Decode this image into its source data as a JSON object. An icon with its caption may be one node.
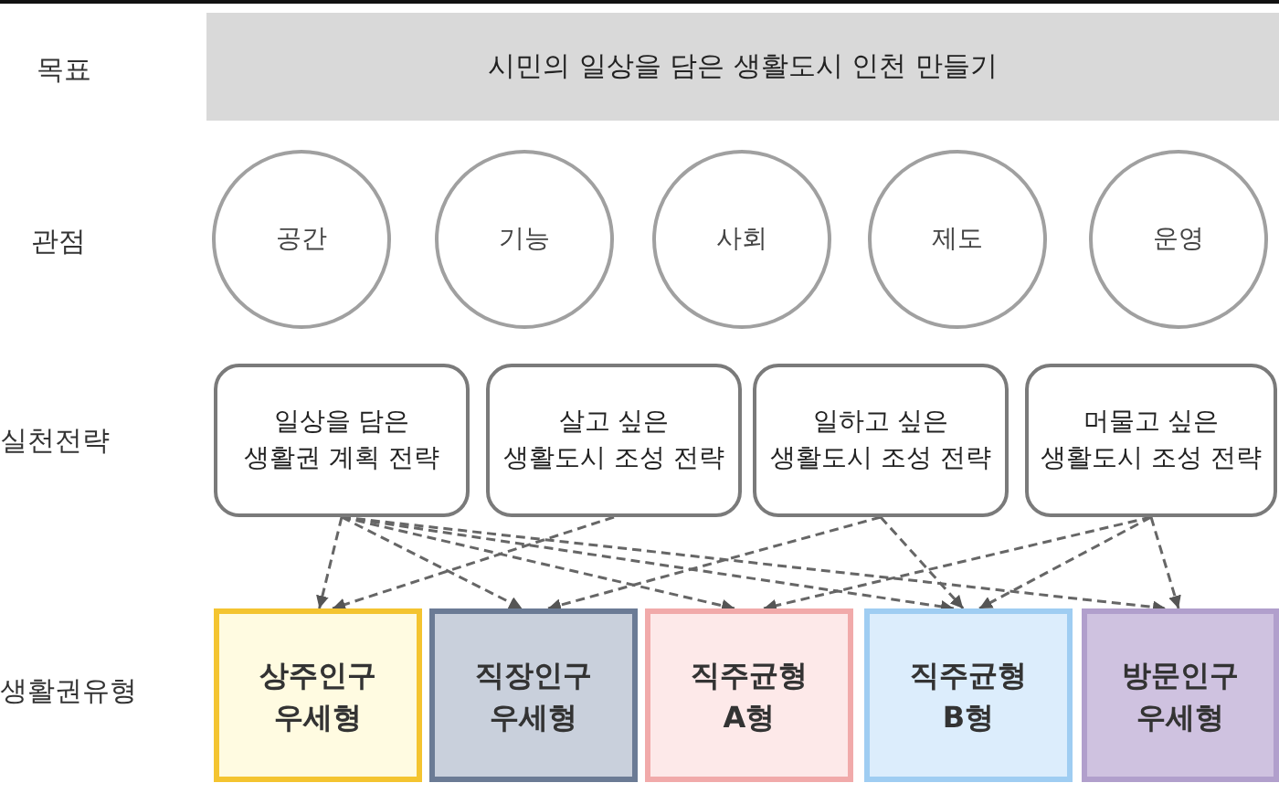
{
  "diagram": {
    "nodes": [
      {
        "text": [
          "시민의 일상을 담은 생활도시 인천 만들기"
        ]
      },
      {
        "text": [
          "공간"
        ]
      },
      {
        "text": [
          "기능"
        ]
      },
      {
        "text": [
          "사회"
        ]
      },
      {
        "text": [
          "제도"
        ]
      },
      {
        "text": [
          "운영"
        ]
      },
      {
        "text": [
          "일상을 담은 생활권 계획 전략"
        ]
      },
      {
        "text": [
          "살고 싶은 생활도시 조성 전략"
        ]
      },
      {
        "text": [
          "일하고 싶은 생활도시 조성 전략"
        ]
      },
      {
        "text": [
          "머물고 싶은 생활도시 조성 전략"
        ]
      },
      {
        "text": [
          "상주인구 우세형"
        ]
      },
      {
        "text": [
          "직장인구 우세형"
        ]
      },
      {
        "text": [
          "직주균형 A형"
        ]
      },
      {
        "text": [
          "직주균형 B형"
        ]
      },
      {
        "text": [
          "방문인구 우세형"
        ]
      }
    ],
    "edges": [
      {
        "from": 6,
        "to": 10,
        "arrow": "to",
        "style": "dashed"
      },
      {
        "from": 6,
        "to": 11,
        "arrow": "to",
        "style": "dashed"
      },
      {
        "from": 6,
        "to": 12,
        "arrow": "to",
        "style": "dashed"
      },
      {
        "from": 6,
        "to": 13,
        "arrow": "to",
        "style": "dashed"
      },
      {
        "from": 6,
        "to": 14,
        "arrow": "to",
        "style": "dashed"
      },
      {
        "from": 7,
        "to": 10,
        "arrow": "to",
        "style": "dashed"
      },
      {
        "from": 8,
        "to": 11,
        "arrow": "to",
        "style": "dashed"
      },
      {
        "from": 8,
        "to": 13,
        "arrow": "to",
        "style": "dashed"
      },
      {
        "from": 9,
        "to": 12,
        "arrow": "to",
        "style": "dashed"
      },
      {
        "from": 9,
        "to": 13,
        "arrow": "to",
        "style": "dashed"
      },
      {
        "from": 9,
        "to": 14,
        "arrow": "to",
        "style": "dashed"
      }
    ],
    "labels": [
      "목표",
      "관점",
      "실천전략",
      "생활권유형"
    ]
  }
}
